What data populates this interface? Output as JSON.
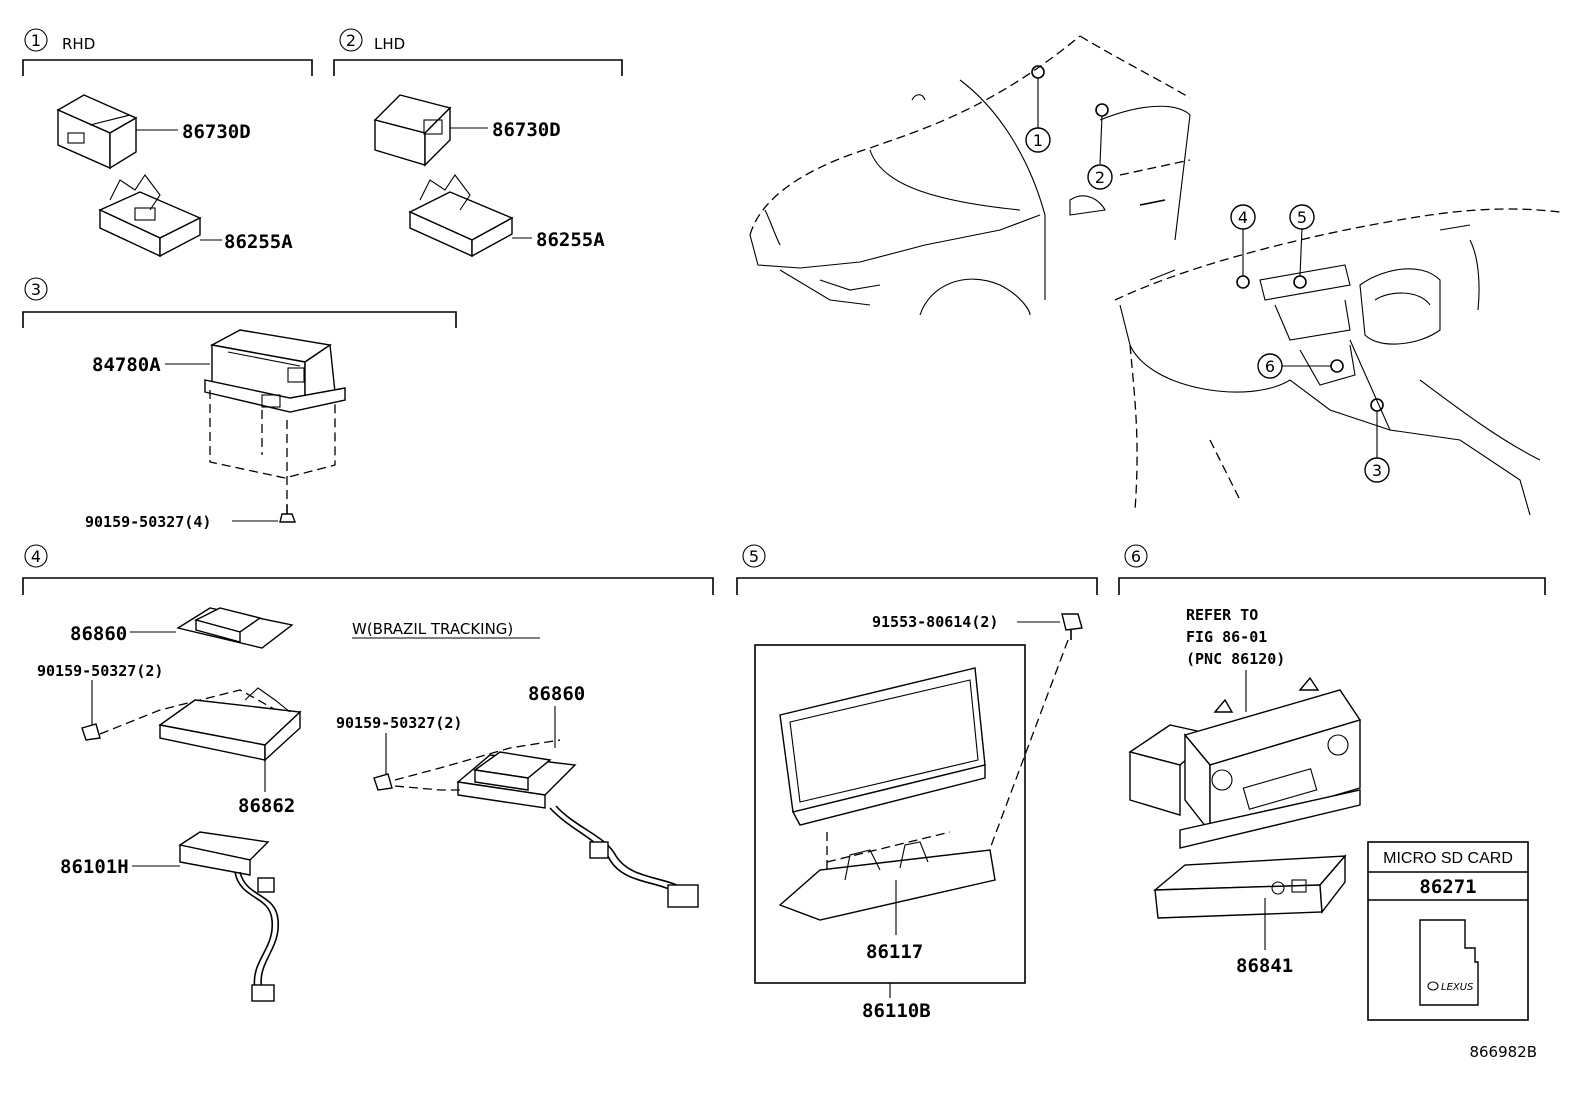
{
  "sections": {
    "s1": {
      "num": "1",
      "label": "RHD"
    },
    "s2": {
      "num": "2",
      "label": "LHD"
    },
    "s3": {
      "num": "3"
    },
    "s4": {
      "num": "4"
    },
    "s5": {
      "num": "5"
    },
    "s6": {
      "num": "6"
    }
  },
  "parts": {
    "p86730D_rhd": "86730D",
    "p86255A_rhd": "86255A",
    "p86730D_lhd": "86730D",
    "p86255A_lhd": "86255A",
    "p84780A": "84780A",
    "p90159_4": "90159-50327(4)",
    "p86860_a": "86860",
    "p90159_2a": "90159-50327(2)",
    "p86862": "86862",
    "p86101H": "86101H",
    "brazil_label": "W(BRAZIL TRACKING)",
    "p90159_2b": "90159-50327(2)",
    "p86860_b": "86860",
    "p91553": "91553-80614(2)",
    "p86117": "86117",
    "p86110B": "86110B",
    "refer_line1": "REFER TO",
    "refer_line2": "FIG 86-01",
    "refer_line3": "(PNC 86120)",
    "p86841": "86841",
    "sd_title": "MICRO SD CARD",
    "p86271": "86271",
    "sd_brand": "LEXUS"
  },
  "callouts": {
    "c1": "1",
    "c2": "2",
    "c3": "3",
    "c4": "4",
    "c5": "5",
    "c6": "6"
  },
  "figure_id": "866982B"
}
